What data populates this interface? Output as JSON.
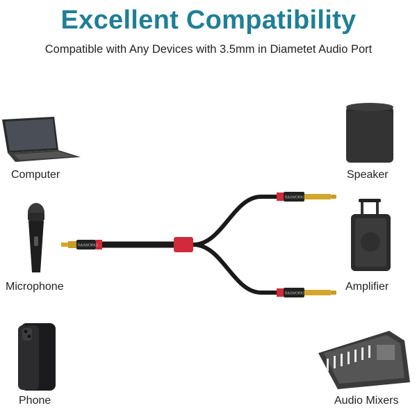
{
  "header": {
    "title": "Excellent Compatibility",
    "subtitle": "Compatible with Any Devices with 3.5mm in Diametet Audio Port"
  },
  "devices": {
    "computer": "Computer",
    "microphone": "Microphone",
    "phone": "Phone",
    "speaker": "Speaker",
    "amplifier": "Amplifier",
    "audio_mixers": "Audio Mixers"
  },
  "colors": {
    "title": "#1f7f95",
    "cable": "#1a1a1a",
    "accent_red": "#d12a3a"
  }
}
